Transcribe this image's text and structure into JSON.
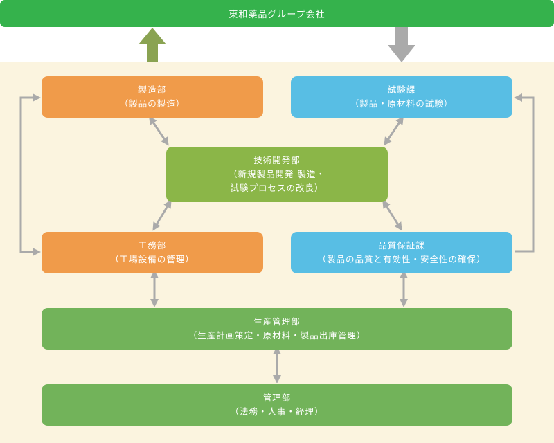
{
  "header": {
    "title": "東和薬品グループ会社"
  },
  "colors": {
    "group_bar": "#35B24C",
    "background": "#FBF4DF",
    "orange_dept": "#F09B4A",
    "blue_dept": "#58BEE4",
    "olive_dept": "#8BB648",
    "green_dept": "#72B35A",
    "up_arrow": "#8AA352",
    "connector_gray": "#AAAAAA"
  },
  "departments": {
    "seizo": {
      "title": "製造部",
      "lines": [
        "（製品の製造）"
      ]
    },
    "shiken": {
      "title": "試験課",
      "lines": [
        "（製品・原材料の試験）"
      ]
    },
    "gijutsu": {
      "title": "技術開発部",
      "lines": [
        "（新規製品開発 製造・",
        "試験プロセスの改良）"
      ]
    },
    "koumu": {
      "title": "工務部",
      "lines": [
        "（工場設備の管理）"
      ]
    },
    "hinshitsu": {
      "title": "品質保証課",
      "lines": [
        "（製品の品質と有効性・安全性の確保）"
      ]
    },
    "seisan": {
      "title": "生産管理部",
      "lines": [
        "（生産計画策定・原材料・製品出庫管理）"
      ]
    },
    "kanri": {
      "title": "管理部",
      "lines": [
        "（法務・人事・経理）"
      ]
    }
  }
}
